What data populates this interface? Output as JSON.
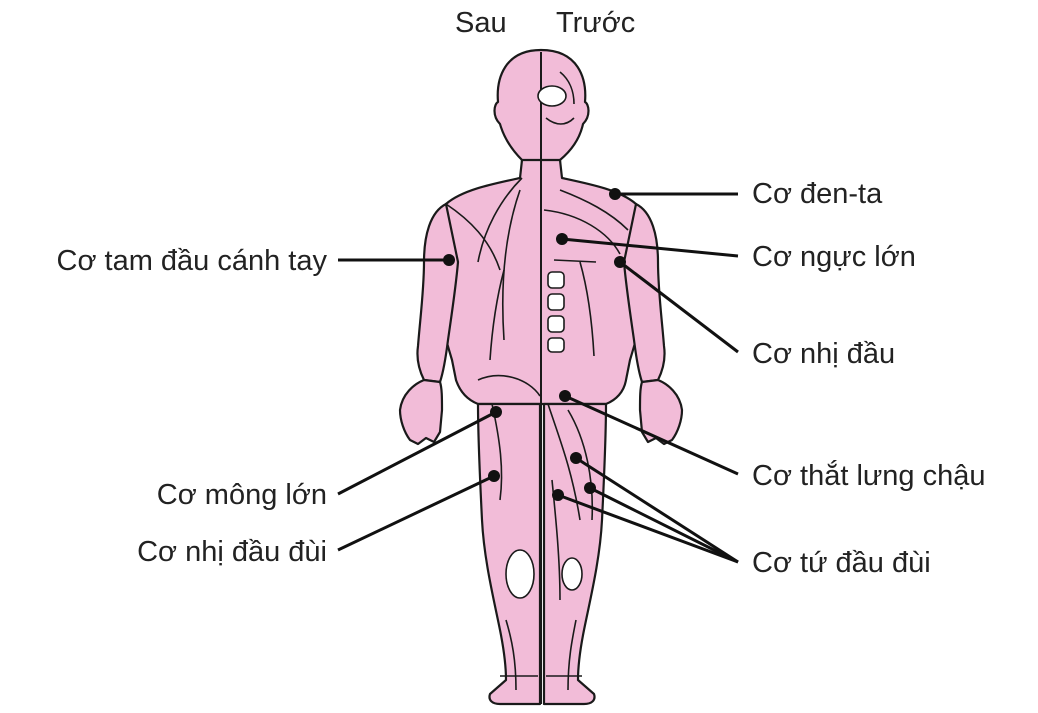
{
  "view_labels": {
    "back": "Sau",
    "front": "Trước"
  },
  "labels": {
    "triceps": "Cơ tam đầu cánh tay",
    "gluteus": "Cơ mông lớn",
    "hamstring": "Cơ nhị đầu đùi",
    "deltoid": "Cơ đen-ta",
    "pectoral": "Cơ ngực lớn",
    "biceps": "Cơ nhị đầu",
    "iliopsoas": "Cơ thắt lưng chậu",
    "quadriceps": "Cơ tứ đầu đùi"
  },
  "colors": {
    "muscle": "#f2bcd8",
    "muscle_dark": "#e9a3c8",
    "outline": "#1a1a1a",
    "highlight": "#ffffff",
    "line": "#111111"
  }
}
